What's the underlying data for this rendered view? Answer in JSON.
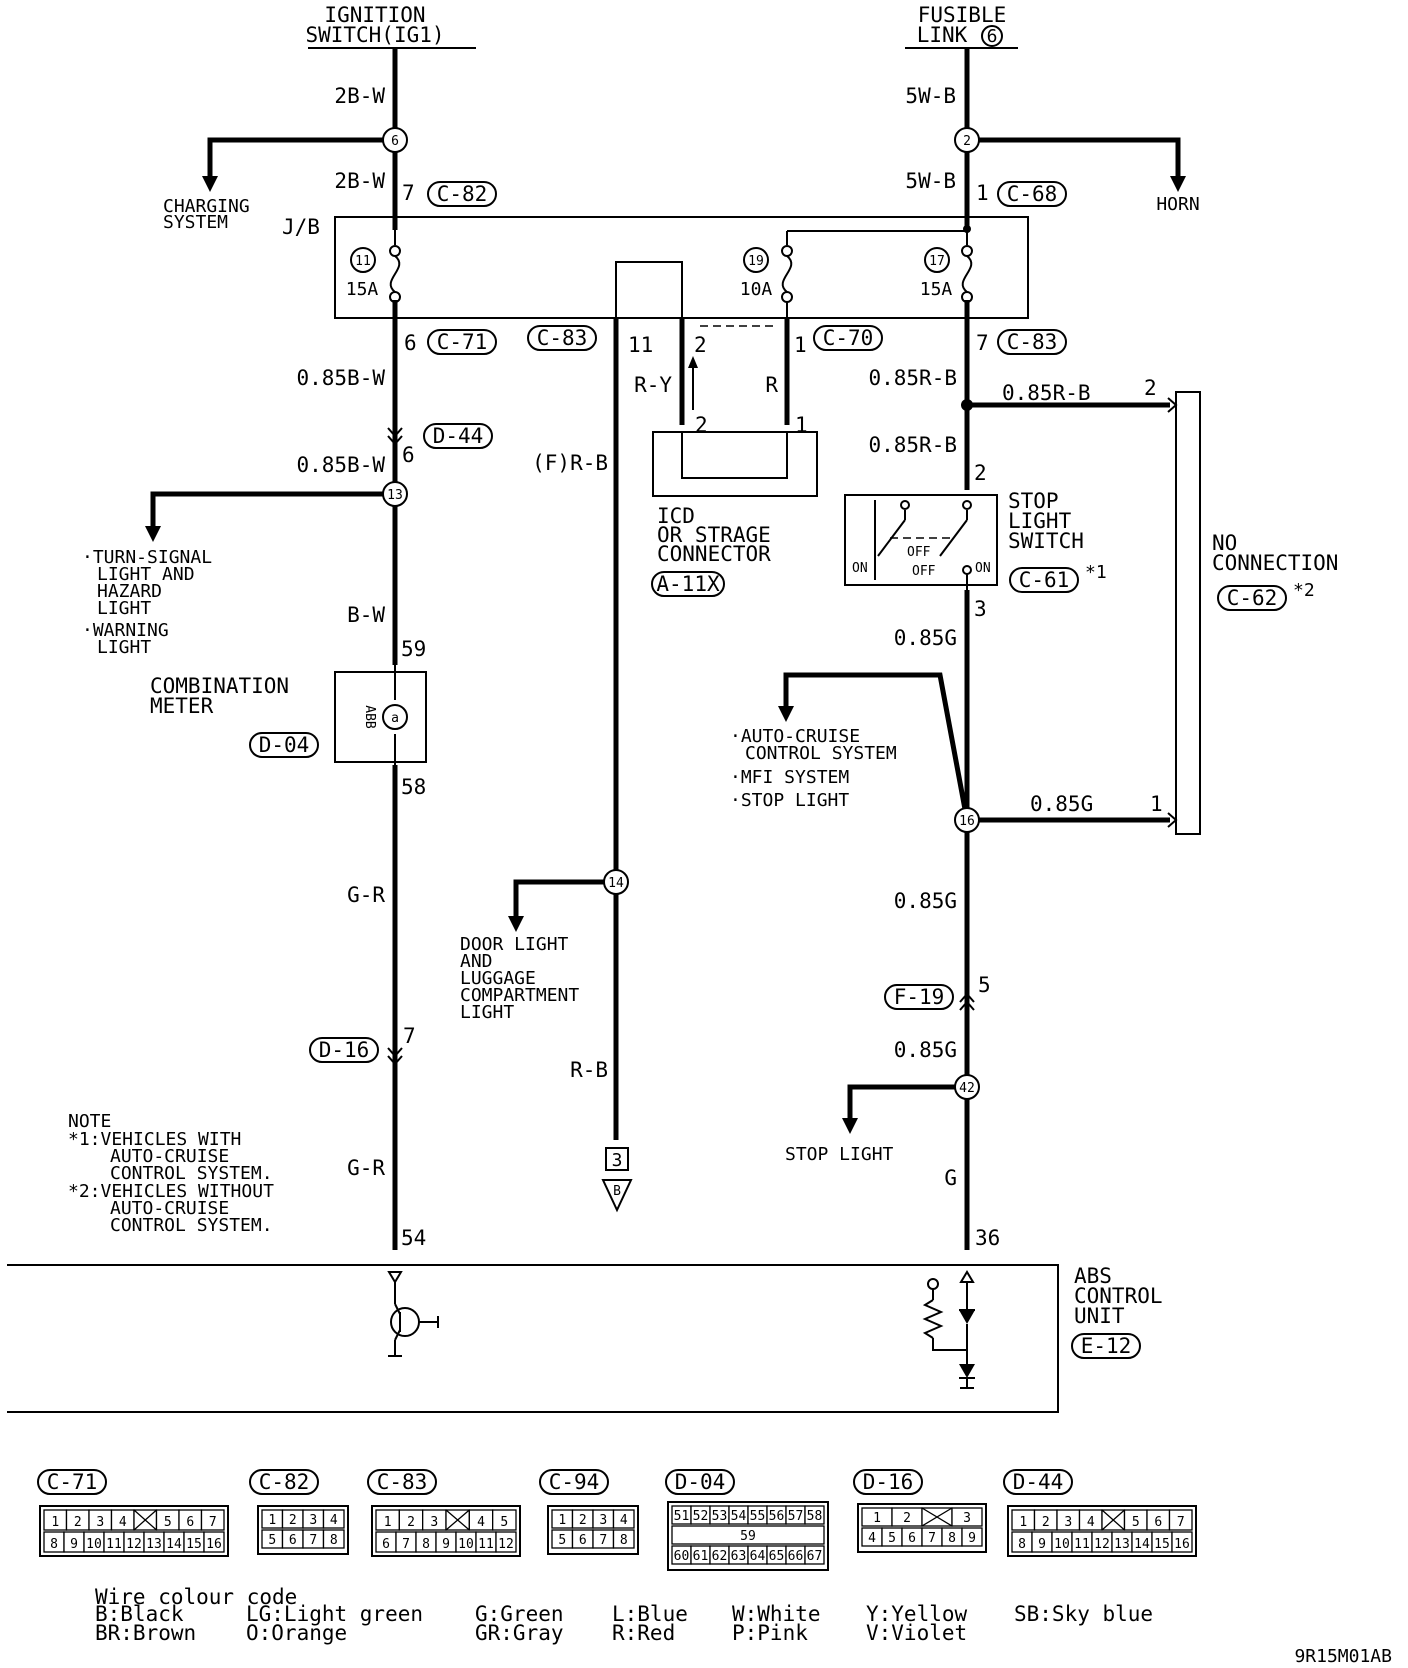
{
  "sources": {
    "ignition": [
      "IGNITION",
      "SWITCH(IG1)"
    ],
    "fusible": [
      "FUSIBLE",
      "LINK"
    ],
    "fusible_num": "6"
  },
  "wires": {
    "w2bw": "2B-W",
    "w5wb": "5W-B",
    "w085bw": "0.85B-W",
    "wbw": "B-W",
    "wgr": "G-R",
    "wry": "R-Y",
    "wr": "R",
    "wfrb": "(F)R-B",
    "wrb": "R-B",
    "w085rb": "0.85R-B",
    "w085g": "0.85G",
    "wg": "G"
  },
  "connectors": {
    "c82": "C-82",
    "c68": "C-68",
    "c71": "C-71",
    "c83": "C-83",
    "c70": "C-70",
    "d44": "D-44",
    "a11x": "A-11X",
    "c61": "C-61",
    "c62": "C-62",
    "d04": "D-04",
    "d16": "D-16",
    "f19": "F-19",
    "e12": "E-12",
    "c94": "C-94"
  },
  "pins": {
    "p7": "7",
    "p1": "1",
    "p6": "6",
    "p11": "11",
    "p2": "2",
    "p59": "59",
    "p58": "58",
    "p54": "54",
    "p3": "3",
    "p5": "5",
    "p36": "36"
  },
  "junctions": {
    "j6": "6",
    "j2": "2",
    "j13": "13",
    "j14": "14",
    "j16": "16",
    "j42": "42",
    "j11": "11",
    "j19": "19",
    "j17": "17"
  },
  "fuses": {
    "f15a": "15A",
    "f10a": "10A"
  },
  "labels": {
    "charging": [
      "CHARGING",
      "SYSTEM"
    ],
    "horn": "HORN",
    "jb": "J/B",
    "turn": [
      "·TURN-SIGNAL",
      "LIGHT AND",
      "HAZARD",
      "LIGHT",
      "·WARNING",
      "LIGHT"
    ],
    "meter": [
      "COMBINATION",
      "METER"
    ],
    "abb": "ABB",
    "icd": [
      "ICD",
      "OR STRAGE",
      "CONNECTOR"
    ],
    "stop_switch": [
      "STOP",
      "LIGHT",
      "SWITCH"
    ],
    "star1": "*1",
    "star2": "*2",
    "no_conn": [
      "NO",
      "CONNECTION"
    ],
    "cruise": [
      "·AUTO-CRUISE",
      "CONTROL SYSTEM",
      "·MFI SYSTEM",
      "·STOP LIGHT"
    ],
    "door": [
      "DOOR LIGHT",
      "AND",
      "LUGGAGE",
      "COMPARTMENT",
      "LIGHT"
    ],
    "stop_light": "STOP LIGHT",
    "ground_num": "3",
    "ground_letter": "B",
    "abs_unit": [
      "ABS",
      "CONTROL",
      "UNIT"
    ],
    "on": "ON",
    "off": "OFF",
    "note": [
      "NOTE",
      "*1:VEHICLES WITH",
      "AUTO-CRUISE",
      "CONTROL SYSTEM.",
      "*2:VEHICLES WITHOUT",
      "AUTO-CRUISE",
      "CONTROL SYSTEM."
    ]
  },
  "connector_faces": {
    "c71": [
      [
        "1",
        "2",
        "3",
        "4",
        "X",
        "5",
        "6",
        "7"
      ],
      [
        "8",
        "9",
        "10",
        "11",
        "12",
        "13",
        "14",
        "15",
        "16"
      ]
    ],
    "c82": [
      [
        "1",
        "2",
        "3",
        "4"
      ],
      [
        "5",
        "6",
        "7",
        "8"
      ]
    ],
    "c83": [
      [
        "1",
        "2",
        "3",
        "X",
        "4",
        "5"
      ],
      [
        "6",
        "7",
        "8",
        "9",
        "10",
        "11",
        "12"
      ]
    ],
    "c94": [
      [
        "1",
        "2",
        "3",
        "4"
      ],
      [
        "5",
        "6",
        "7",
        "8"
      ]
    ],
    "d04": [
      [
        "51",
        "52",
        "53",
        "54",
        "55",
        "56",
        "57",
        "58"
      ],
      [
        "59"
      ],
      [
        "60",
        "61",
        "62",
        "63",
        "64",
        "65",
        "66",
        "67"
      ]
    ],
    "d16": [
      [
        "1",
        "2",
        "X",
        "3"
      ],
      [
        "4",
        "5",
        "6",
        "7",
        "8",
        "9"
      ]
    ],
    "d44": [
      [
        "1",
        "2",
        "3",
        "4",
        "X",
        "5",
        "6",
        "7"
      ],
      [
        "8",
        "9",
        "10",
        "11",
        "12",
        "13",
        "14",
        "15",
        "16"
      ]
    ]
  },
  "legend": {
    "title": "Wire colour code",
    "items": [
      "B:Black",
      "BR:Brown",
      "LG:Light green",
      "O:Orange",
      "G:Green",
      "GR:Gray",
      "L:Blue",
      "R:Red",
      "W:White",
      "P:Pink",
      "Y:Yellow",
      "V:Violet",
      "SB:Sky blue"
    ]
  },
  "code": "9R15M01AB"
}
